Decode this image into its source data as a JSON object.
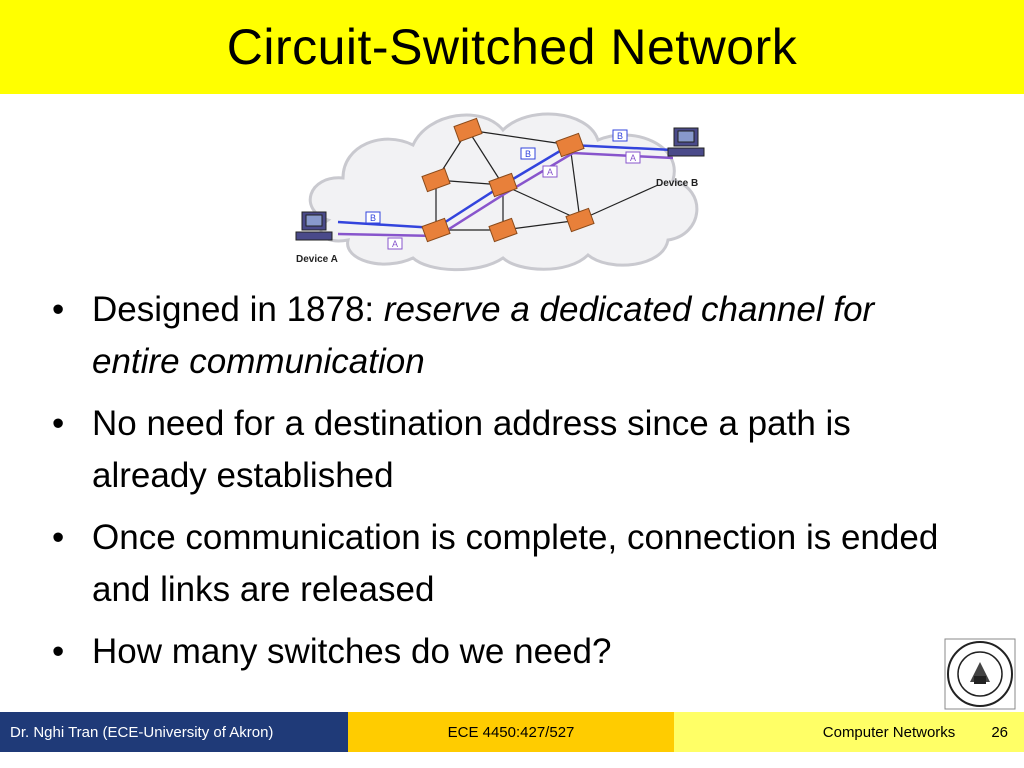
{
  "slide": {
    "title": "Circuit-Switched Network"
  },
  "diagram": {
    "device_a_label": "Device A",
    "device_b_label": "Device B",
    "packet_a_label": "A",
    "packet_b_label": "B"
  },
  "bullets": [
    {
      "text": "Designed in 1878: ",
      "emphasis": "reserve a dedicated channel for entire communication"
    },
    {
      "text": "No need for a destination address since a path is already established"
    },
    {
      "text": "Once communication is complete, connection is ended and links are released"
    },
    {
      "text": "How many switches do we need?"
    }
  ],
  "footer": {
    "author": "Dr. Nghi Tran (ECE-University of Akron)",
    "course": "ECE 4450:427/527",
    "subject": "Computer Networks",
    "page_number": "26"
  },
  "colors": {
    "title_bg": "#ffff00",
    "footer_left_bg": "#1f3a78",
    "footer_mid_bg": "#ffcc00",
    "footer_right_bg": "#ffff66",
    "path_blue": "#3344dd",
    "path_purple": "#8855cc",
    "switch_orange": "#e8803a"
  }
}
